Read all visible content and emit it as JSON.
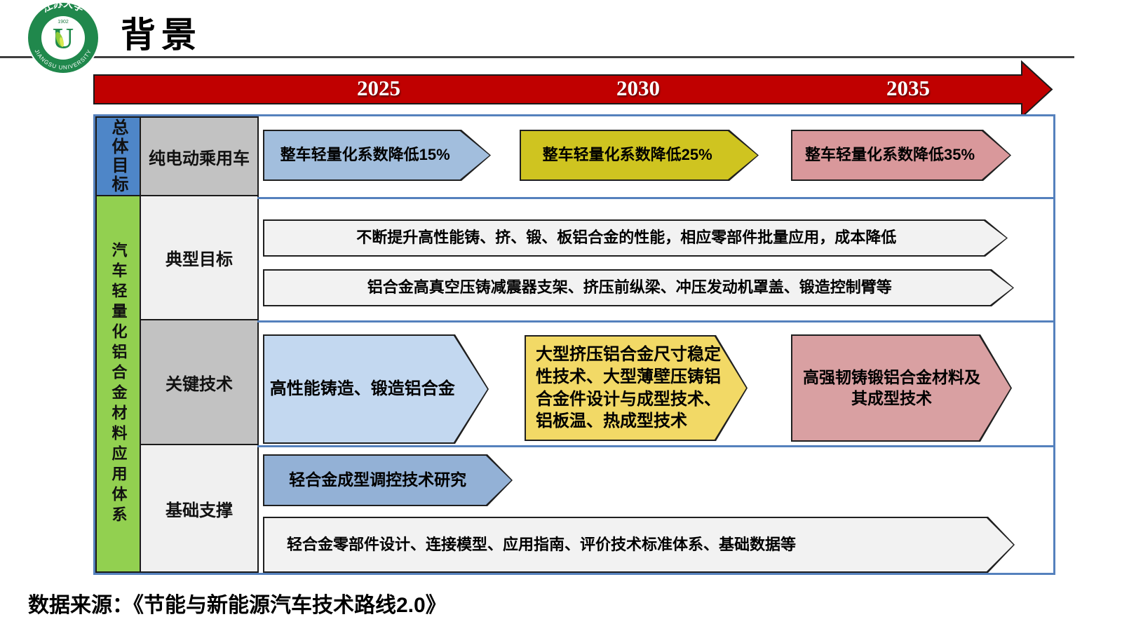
{
  "header": {
    "title": "背景",
    "logo_top_text": "江苏大学",
    "logo_bottom_text": "JIANGSU UNIVERSITY",
    "logo_year": "1902",
    "logo_letter": "U"
  },
  "timeline": {
    "years": [
      "2025",
      "2030",
      "2035"
    ],
    "color": "#c00000"
  },
  "colors": {
    "table-border": "#5581bd",
    "arrow-border": "#1f1f1f",
    "cell-blue": "#4e86c8",
    "cell-green": "#92d050",
    "cell-gray": "#c2c2c2",
    "cell-light": "#f0f0f0",
    "header-line": "#3f3f3f"
  },
  "table": {
    "group1_label": "总体目标",
    "group2_label": "汽车轻量化铝合金材料应用体系",
    "rows": [
      {
        "label": "纯电动乘用车",
        "arrows": [
          {
            "text": "整车轻量化系数降低15%",
            "fill": "#a2bedd"
          },
          {
            "text": "整车轻量化系数降低25%",
            "fill": "#cfc420"
          },
          {
            "text": "整车轻量化系数降低35%",
            "fill": "#d9989b"
          }
        ]
      },
      {
        "label": "典型目标",
        "arrows": [
          {
            "text": "不断提升高性能铸、挤、锻、板铝合金的性能，相应零部件批量应用，成本降低",
            "fill": "#f2f2f2"
          },
          {
            "text": "铝合金高真空压铸减震器支架、挤压前纵梁、冲压发动机罩盖、锻造控制臂等",
            "fill": "#f2f2f2"
          }
        ]
      },
      {
        "label": "关键技术",
        "arrows": [
          {
            "text": "高性能铸造、锻造铝合金",
            "fill": "#c3d8f0"
          },
          {
            "text": "大型挤压铝合金尺寸稳定性技术、大型薄壁压铸铝合金件设计与成型技术、铝板温、热成型技术",
            "fill": "#f2d966"
          },
          {
            "text": "高强韧铸锻铝合金材料及其成型技术",
            "fill": "#d9a0a2"
          }
        ]
      },
      {
        "label": "基础支撑",
        "arrows": [
          {
            "text": "轻合金成型调控技术研究",
            "fill": "#93b1d6"
          },
          {
            "text": "轻合金零部件设计、连接模型、应用指南、评价技术标准体系、基础数据等",
            "fill": "#f2f2f2"
          }
        ]
      }
    ]
  },
  "footer": {
    "source": "数据来源：《节能与新能源汽车技术路线2.0》"
  }
}
